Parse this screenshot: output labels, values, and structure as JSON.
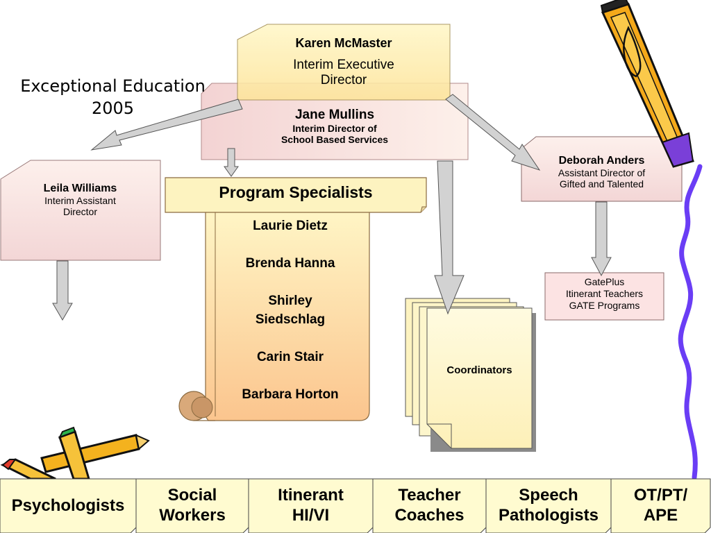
{
  "slide_title": {
    "line1": "Exceptional Education",
    "line2": "2005"
  },
  "executive": {
    "name": "Karen McMaster",
    "title_line1": "Interim Executive",
    "title_line2": "Director"
  },
  "school_based": {
    "name": "Jane Mullins",
    "title_line1": "Interim Director of",
    "title_line2": "School Based Services"
  },
  "assistant_director": {
    "name": "Leila Williams",
    "title_line1": "Interim Assistant",
    "title_line2": "Director"
  },
  "gifted": {
    "name": "Deborah Anders",
    "title_line1": "Assistant Director of",
    "title_line2": "Gifted and Talented"
  },
  "gateplus": {
    "line1": "GatePlus",
    "line2": "Itinerant Teachers",
    "line3": "GATE Programs"
  },
  "program_specialists": {
    "header": "Program Specialists",
    "members": [
      "Laurie Dietz",
      "Brenda Hanna",
      "Shirley",
      "Siedschlag",
      "Carin Stair",
      "Barbara Horton"
    ]
  },
  "coordinators": {
    "label": "Coordinators"
  },
  "bottom_roles": [
    {
      "line1": "Psychologists",
      "line2": ""
    },
    {
      "line1": "Social",
      "line2": "Workers"
    },
    {
      "line1": "Itinerant",
      "line2": "HI/VI"
    },
    {
      "line1": "Teacher",
      "line2": "Coaches"
    },
    {
      "line1": "Speech",
      "line2": "Pathologists"
    },
    {
      "line1": "OT/PT/",
      "line2": "APE"
    }
  ],
  "colors": {
    "pink_box": "#f7dede",
    "cream": "#fdf3c4",
    "peach": "#fbd0a0",
    "arrow": "#cccccc",
    "squiggle": "#6633ff"
  }
}
